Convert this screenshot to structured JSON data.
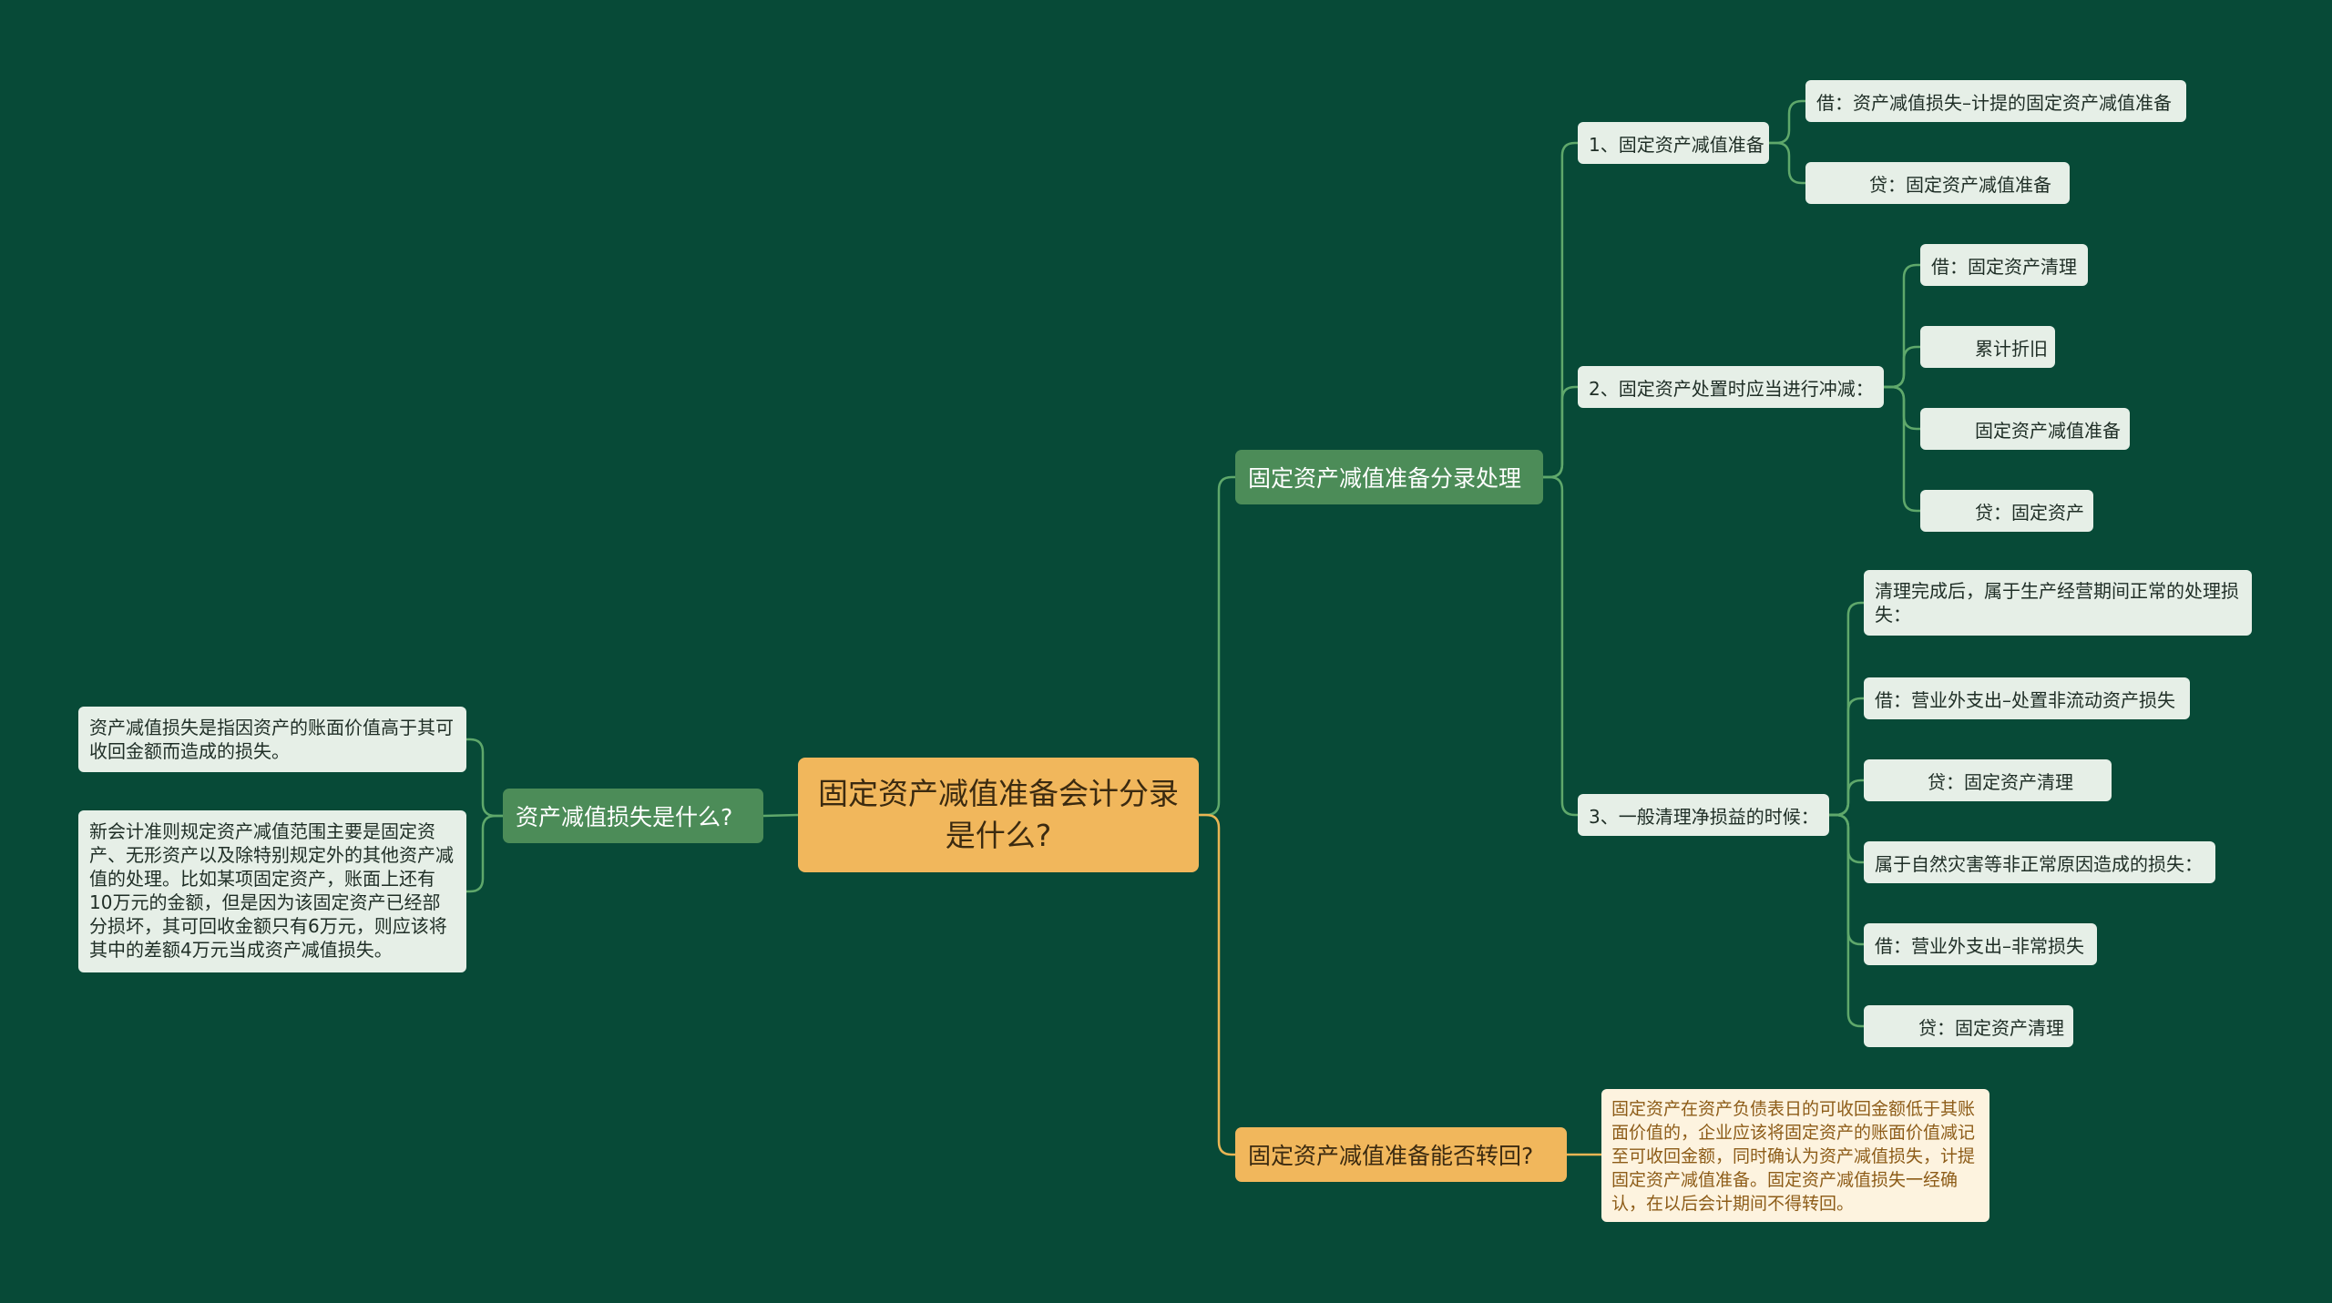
{
  "root": {
    "title": "固定资产减值准备会计分录是什么?"
  },
  "left_branch": {
    "title": "资产减值损失是什么?",
    "notes": [
      "资产减值损失是指因资产的账面价值高于其可收回金额而造成的损失。",
      "新会计准则规定资产减值范围主要是固定资产、无形资产以及除特别规定外的其他资产减值的处理。比如某项固定资产，账面上还有10万元的金额，但是因为该固定资产已经部分损坏，其可回收金额只有6万元，则应该将其中的差额4万元当成资产减值损失。"
    ]
  },
  "right_branch_1": {
    "title": "固定资产减值准备分录处理",
    "sub1": {
      "title": "1、固定资产减值准备",
      "items": [
        "借：资产减值损失–计提的固定资产减值准备",
        "贷：固定资产减值准备"
      ]
    },
    "sub2": {
      "title": "2、固定资产处置时应当进行冲减：",
      "items": [
        "借：固定资产清理",
        "累计折旧",
        "固定资产减值准备",
        "贷：固定资产"
      ]
    },
    "sub3": {
      "title": "3、一般清理净损益的时候：",
      "items": [
        "清理完成后，属于生产经营期间正常的处理损失：",
        "借：营业外支出–处置非流动资产损失",
        "贷：固定资产清理",
        "属于自然灾害等非正常原因造成的损失：",
        "借：营业外支出–非常损失",
        "贷：固定资产清理"
      ]
    }
  },
  "right_branch_2": {
    "title": "固定资产减值准备能否转回?",
    "note": "固定资产在资产负债表日的可收回金额低于其账面价值的，企业应该将固定资产的账面价值减记至可收回金额，同时确认为资产减值损失，计提固定资产减值准备。固定资产减值损失一经确认，在以后会计期间不得转回。"
  },
  "colors": {
    "background": "#074a37",
    "green_line": "#5fa86b",
    "orange_line": "#e9b554",
    "root": "#f1b75c",
    "branch_green": "#4c8c58",
    "leaf": "#e6efe7",
    "note": "#fdf3df"
  }
}
